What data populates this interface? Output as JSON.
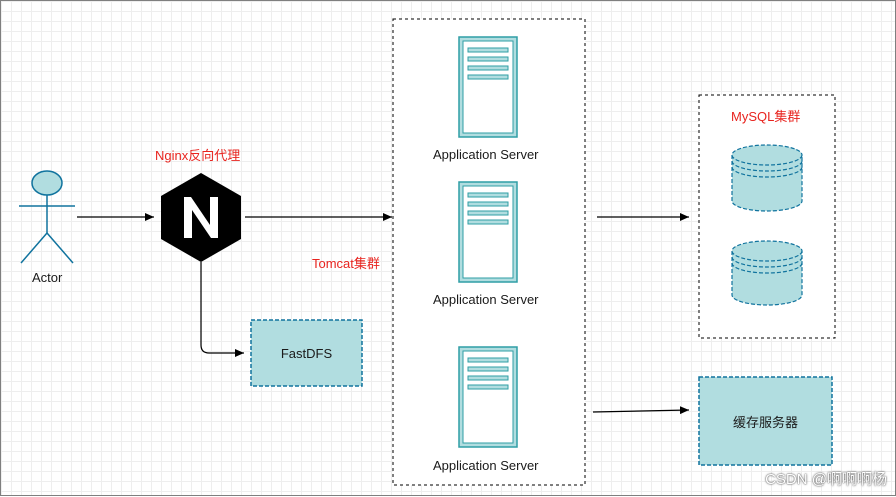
{
  "nodes": {
    "actor": {
      "label": "Actor"
    },
    "nginx": {
      "label": "Nginx反向代理",
      "letter": "N"
    },
    "tomcat": {
      "label": "Tomcat集群"
    },
    "servers": [
      {
        "label": "Application Server"
      },
      {
        "label": "Application Server"
      },
      {
        "label": "Application Server"
      }
    ],
    "fastdfs": {
      "label": "FastDFS"
    },
    "mysql": {
      "label": "MySQL集群"
    },
    "cache": {
      "label": "缓存服务器"
    }
  },
  "watermark": "CSDN @啊啊啊杨",
  "colors": {
    "teal_fill": "#b1dde0",
    "teal_stroke": "#10739e",
    "server_stroke": "#2f9ea5",
    "red_label": "#e8241f",
    "nginx_fill": "#000000"
  },
  "icons": [
    "actor-icon",
    "nginx-logo-icon",
    "server-icon",
    "database-icon"
  ]
}
